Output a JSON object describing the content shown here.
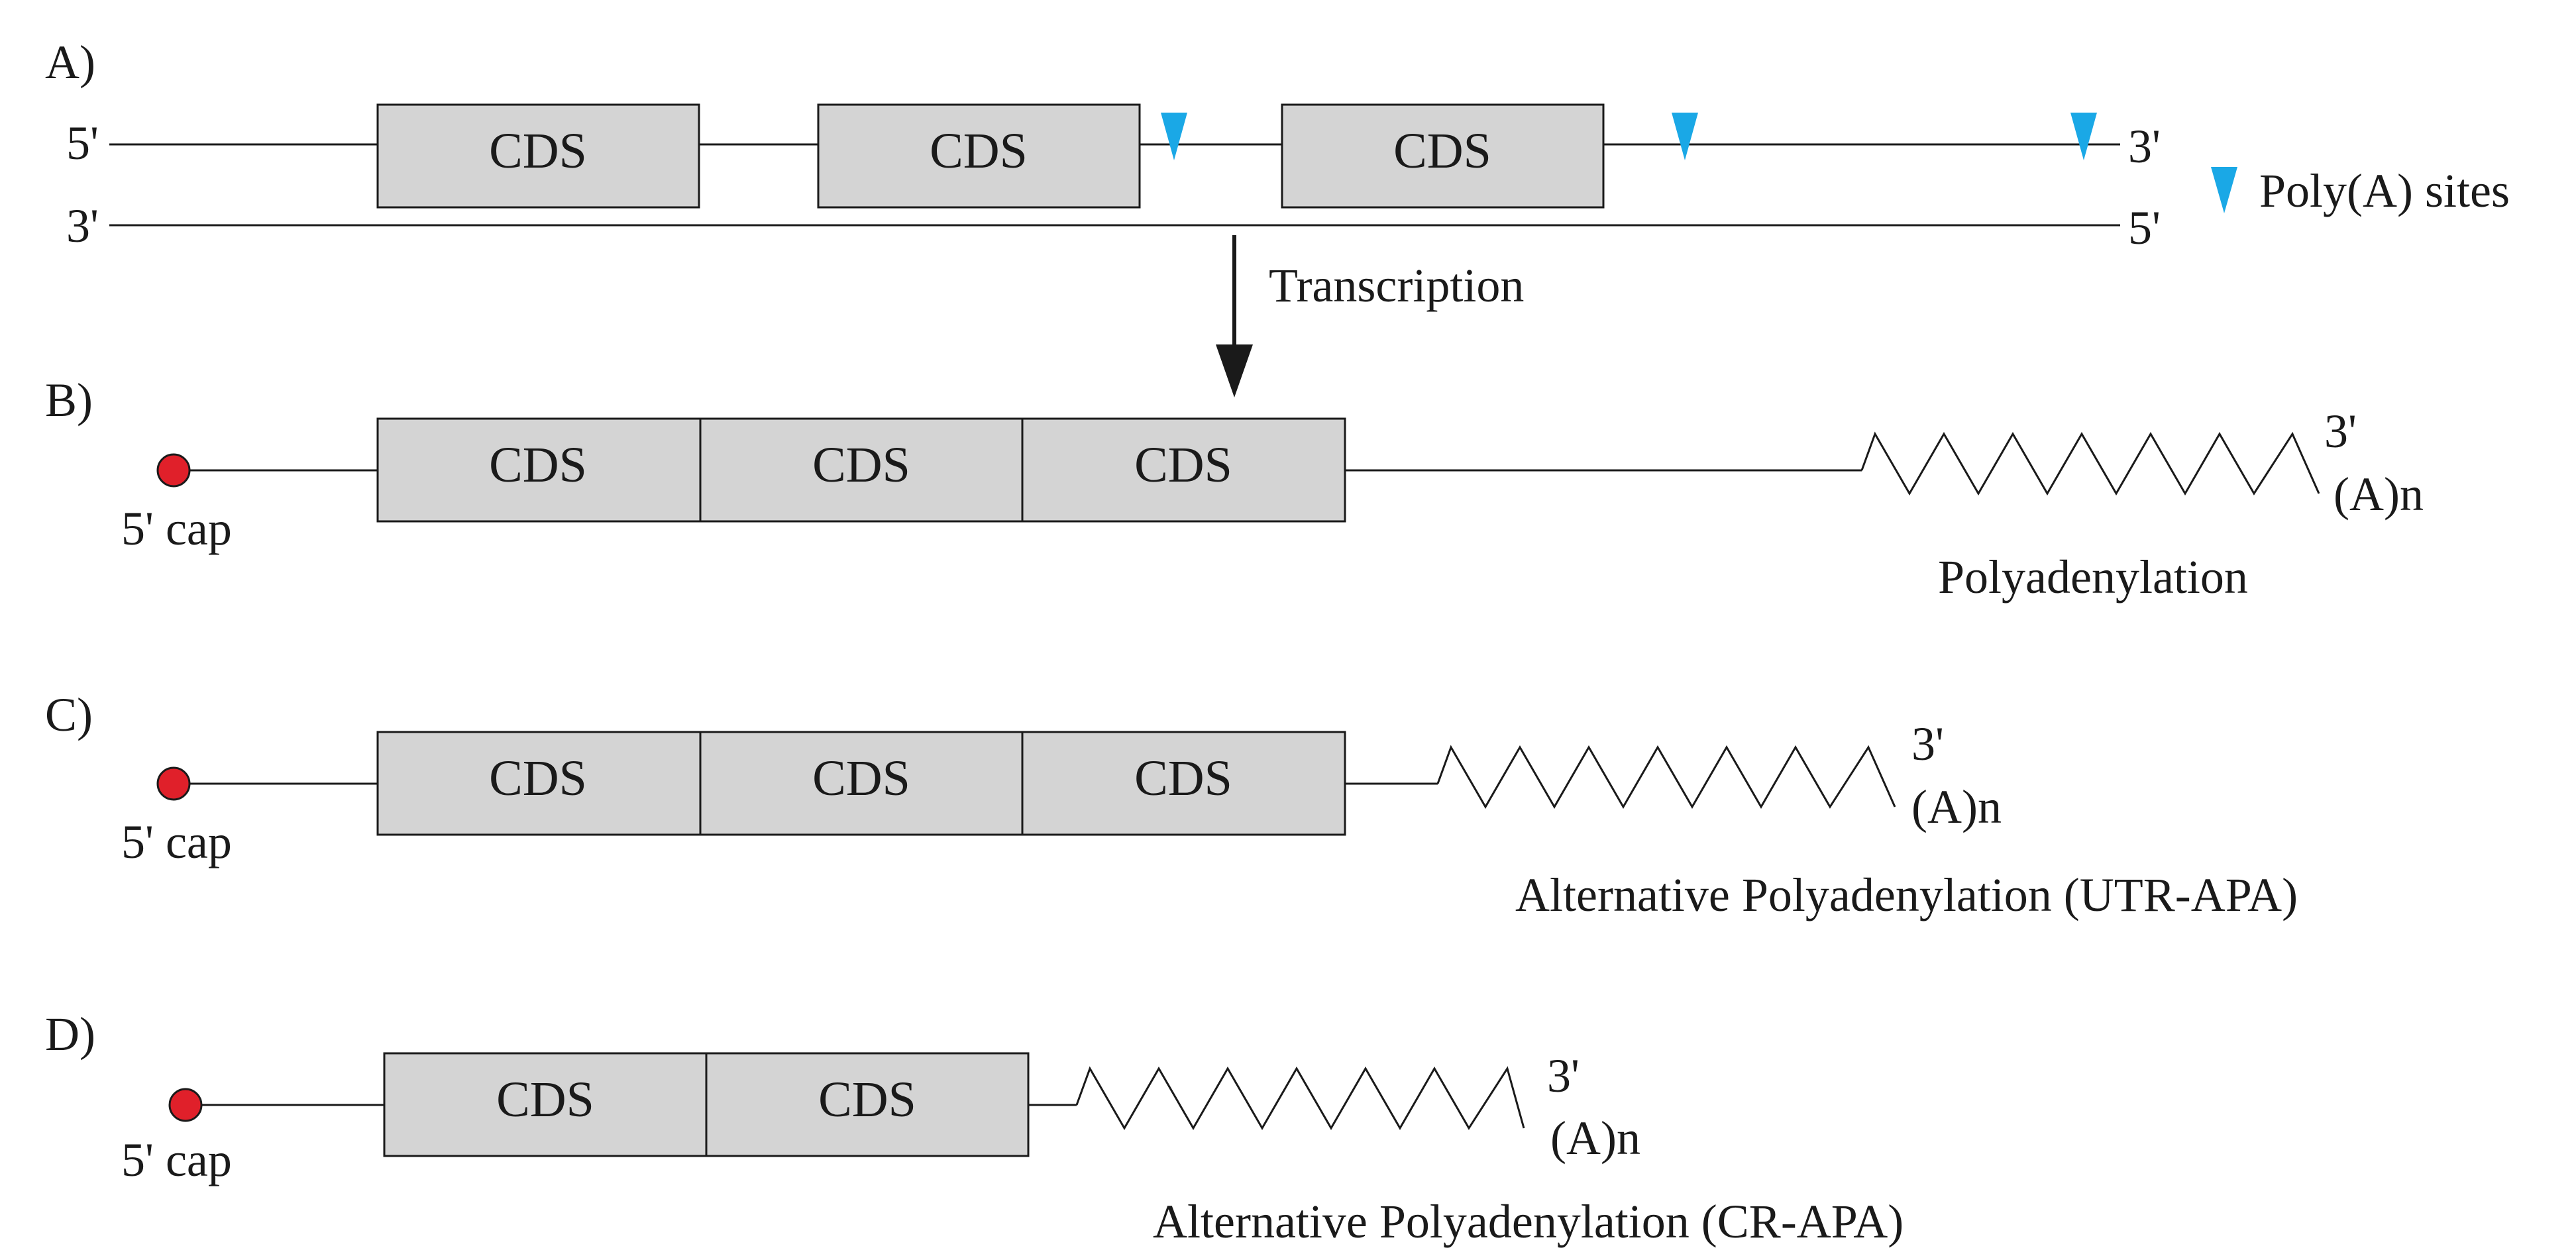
{
  "panels": {
    "a": "A)",
    "b": "B)",
    "c": "C)",
    "d": "D)"
  },
  "cds_label": "CDS",
  "strand": {
    "five_prime": "5'",
    "three_prime": "3'"
  },
  "legend": {
    "poly_a_sites": "Poly(A) sites",
    "marker_color": "#1aa8e6"
  },
  "transcription": "Transcription",
  "cap_label": "5' cap",
  "tail": {
    "three_prime": "3'",
    "poly_a": "(A)n"
  },
  "captions": {
    "b": "Polyadenylation",
    "c": "Alternative Polyadenylation (UTR-APA)",
    "d": "Alternative Polyadenylation (CR-APA)"
  },
  "colors": {
    "cds_fill": "#d4d4d4",
    "cap": "#e0202a",
    "line": "#1a1a1a"
  }
}
